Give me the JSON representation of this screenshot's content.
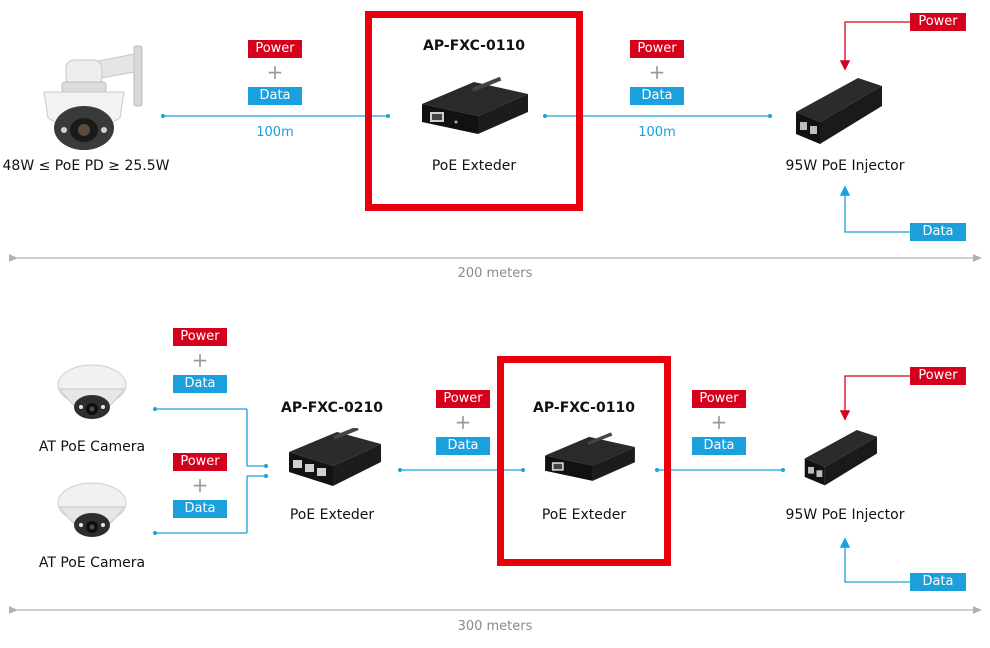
{
  "colors": {
    "power": "#d5001c",
    "data": "#1aa0dd",
    "highlight": "#e8000d",
    "line": "#1aa0dd",
    "power_line": "#d5001c"
  },
  "top": {
    "power_label": "Power",
    "data_label": "Data",
    "plus": "+",
    "camera_label": "48W ≤ PoE PD ≥ 25.5W",
    "extender_model": "AP-FXC-0110",
    "extender_label": "PoE Exteder",
    "injector_label": "95W PoE Injector",
    "dist_left": "100m",
    "dist_right": "100m",
    "total": "200 meters"
  },
  "bottom": {
    "power_label": "Power",
    "data_label": "Data",
    "plus": "+",
    "camera1_label": "AT PoE Camera",
    "camera2_label": "AT PoE Camera",
    "switch_model": "AP-FXC-0210",
    "switch_label": "PoE Exteder",
    "extender_model": "AP-FXC-0110",
    "extender_label": "PoE Exteder",
    "injector_label": "95W PoE Injector",
    "total": "300 meters"
  },
  "icons": [
    "ptz-camera-icon",
    "poe-extender-icon",
    "poe-injector-icon",
    "dome-camera-icon",
    "poe-switch-icon"
  ]
}
